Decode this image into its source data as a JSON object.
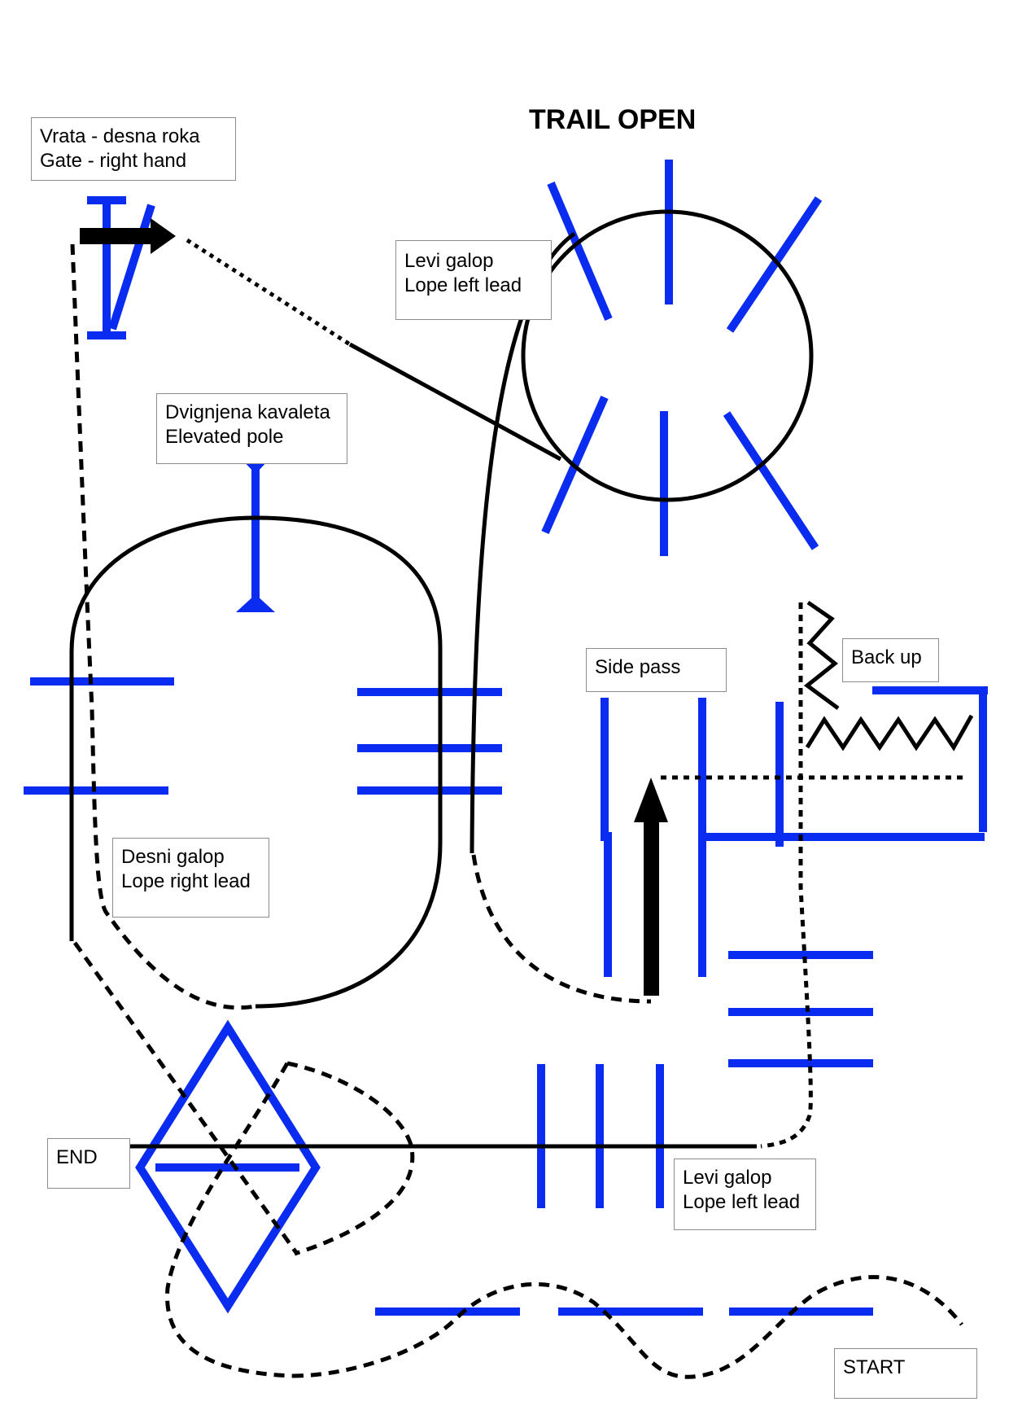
{
  "title": "TRAIL OPEN",
  "colors": {
    "obstacle": "#0a2cf0",
    "path": "#000000",
    "label_border": "#8c8c8c"
  },
  "labels": {
    "gate": {
      "line1": "Vrata - desna roka",
      "line2": "Gate -  right hand"
    },
    "lope_left_top": {
      "line1": "Levi galop",
      "line2": "Lope left lead"
    },
    "elevated_pole": {
      "line1": "Dvignjena kavaleta",
      "line2": "Elevated pole"
    },
    "side_pass": {
      "line1": "Side pass"
    },
    "back_up": {
      "line1": "Back up"
    },
    "lope_right": {
      "line1": "Desni galop",
      "line2": "Lope right lead"
    },
    "end": {
      "line1": "END"
    },
    "lope_left_bottom": {
      "line1": "Levi galop",
      "line2": "Lope left lead"
    },
    "start": {
      "line1": "START"
    }
  }
}
